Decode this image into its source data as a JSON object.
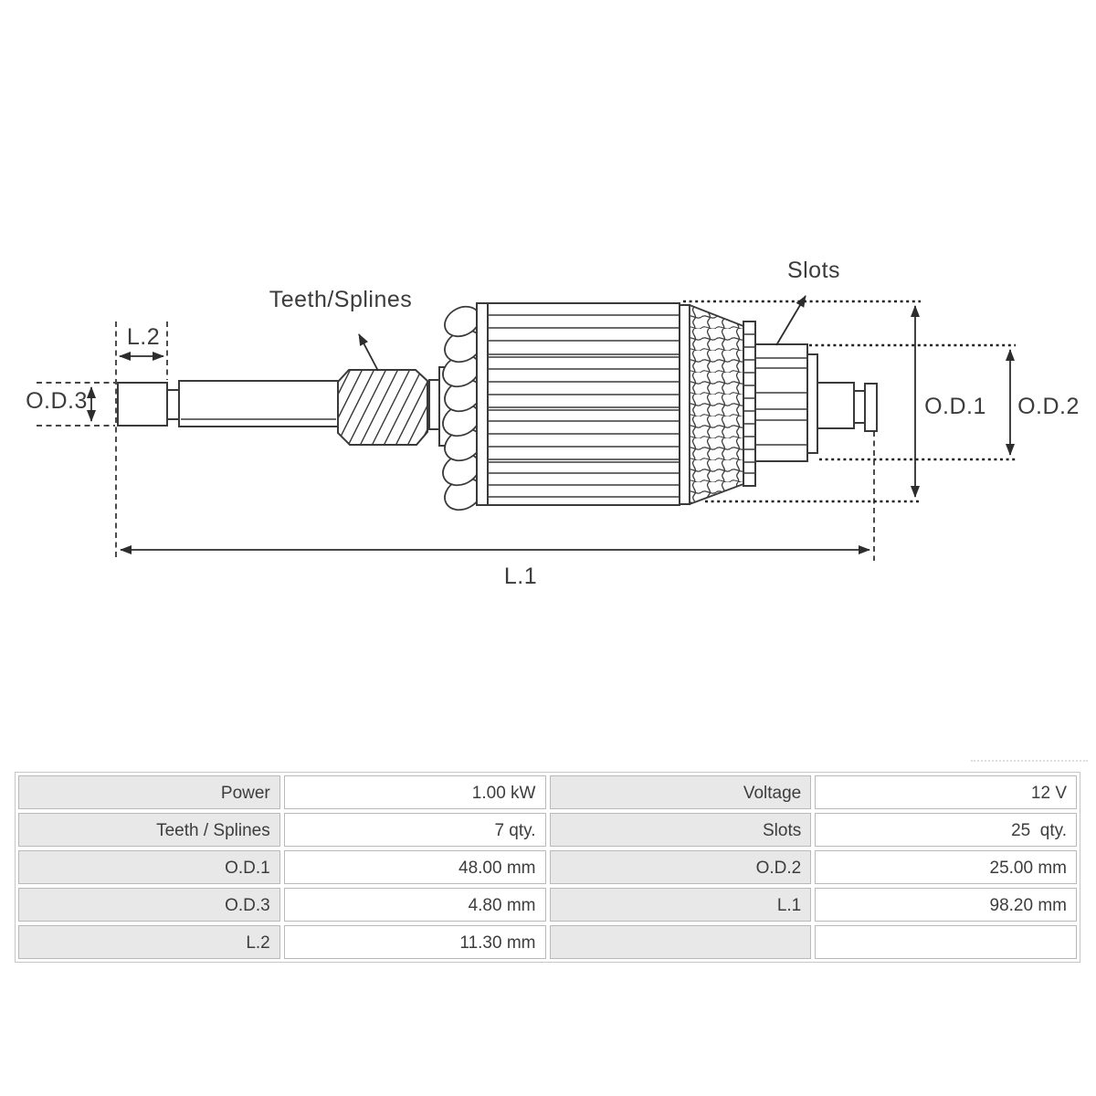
{
  "diagram": {
    "labels": {
      "teeth_splines": "Teeth/Splines",
      "slots": "Slots",
      "l2": "L.2",
      "od3": "O.D.3",
      "od1": "O.D.1",
      "od2": "O.D.2",
      "l1": "L.1"
    }
  },
  "table": {
    "rows": [
      {
        "c0": "Power",
        "c1": "1.00 kW",
        "c2": "Voltage",
        "c3": "12 V"
      },
      {
        "c0": "Teeth / Splines",
        "c1": "7 qty.",
        "c2": "Slots",
        "c3": "25  qty."
      },
      {
        "c0": "O.D.1",
        "c1": "48.00 mm",
        "c2": "O.D.2",
        "c3": "25.00 mm"
      },
      {
        "c0": "O.D.3",
        "c1": "4.80 mm",
        "c2": "L.1",
        "c3": "98.20 mm"
      },
      {
        "c0": "L.2",
        "c1": "11.30 mm",
        "c2": "",
        "c3": ""
      }
    ]
  },
  "colors": {
    "line": "#3a3a3a",
    "dimension": "#2d2d2d",
    "label_cell_bg": "#e8e8e8",
    "cell_border": "#b9b9b9",
    "text": "#3d3d3d"
  }
}
